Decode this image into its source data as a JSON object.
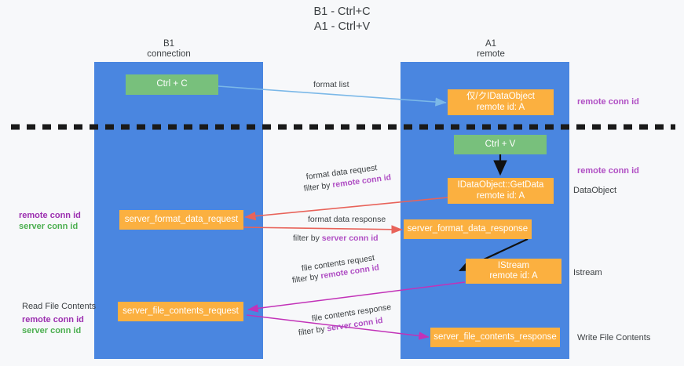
{
  "title": {
    "line1": "B1 - Ctrl+C",
    "line2": "A1 - Ctrl+V"
  },
  "columns": [
    {
      "name": "B1",
      "subtitle": "connection"
    },
    {
      "name": "A1",
      "subtitle": "remote"
    }
  ],
  "colors": {
    "column": "#4a86e0",
    "green_box": "#78c07c",
    "orange_box": "#fbb040",
    "purple_text": "#9c2fb0",
    "green_text": "#4caf50",
    "red_arrow": "#e8635a",
    "magenta_arrow": "#c232b8",
    "blue_arrow": "#7bb8e8",
    "black_arrow": "#000000",
    "separator": "#1a1a1a"
  },
  "boxes": {
    "ctrl_c": {
      "line1": "Ctrl + C"
    },
    "idataobject_top": {
      "line1": "仅/クIDataObject",
      "line2": "remote id: A"
    },
    "ctrl_v": {
      "line1": "Ctrl + V"
    },
    "getdata": {
      "line1": "IDataObject::GetData",
      "line2": "remote id: A"
    },
    "server_format_data_request": {
      "line1": "server_format_data_request"
    },
    "server_format_data_response": {
      "line1": "server_format_data_response"
    },
    "istream": {
      "line1": "IStream",
      "line2": "remote id: A"
    },
    "server_file_contents_request": {
      "line1": "server_file_contents_request"
    },
    "server_file_contents_response": {
      "line1": "server_file_contents_response"
    }
  },
  "right_labels": {
    "remote_conn_id_top": "remote conn id",
    "remote_conn_id_mid": "remote conn id",
    "dataobject": "DataObject",
    "istream": "Istream",
    "write_file_contents": "Write File Contents"
  },
  "left_labels": {
    "remote_conn_id_mid": "remote conn id",
    "server_conn_id_mid": "server conn id",
    "read_file_contents": "Read File Contents",
    "remote_conn_id_bottom": "remote conn id",
    "server_conn_id_bottom": "server conn id"
  },
  "arrow_labels": {
    "format_list": "format list",
    "format_data_request": "format data request",
    "format_data_request_filter_prefix": "filter by ",
    "format_data_request_filter_key": "remote conn id",
    "format_data_response": "format data response",
    "format_data_response_filter_prefix": "filter by ",
    "format_data_response_filter_key": "server conn id",
    "file_contents_request": "file contents request",
    "file_contents_request_filter_prefix": "filter by ",
    "file_contents_request_filter_key": "remote conn id",
    "file_contents_response": "file contents response",
    "file_contents_response_filter_prefix": "filter by ",
    "file_contents_response_filter_key": "server conn id"
  }
}
